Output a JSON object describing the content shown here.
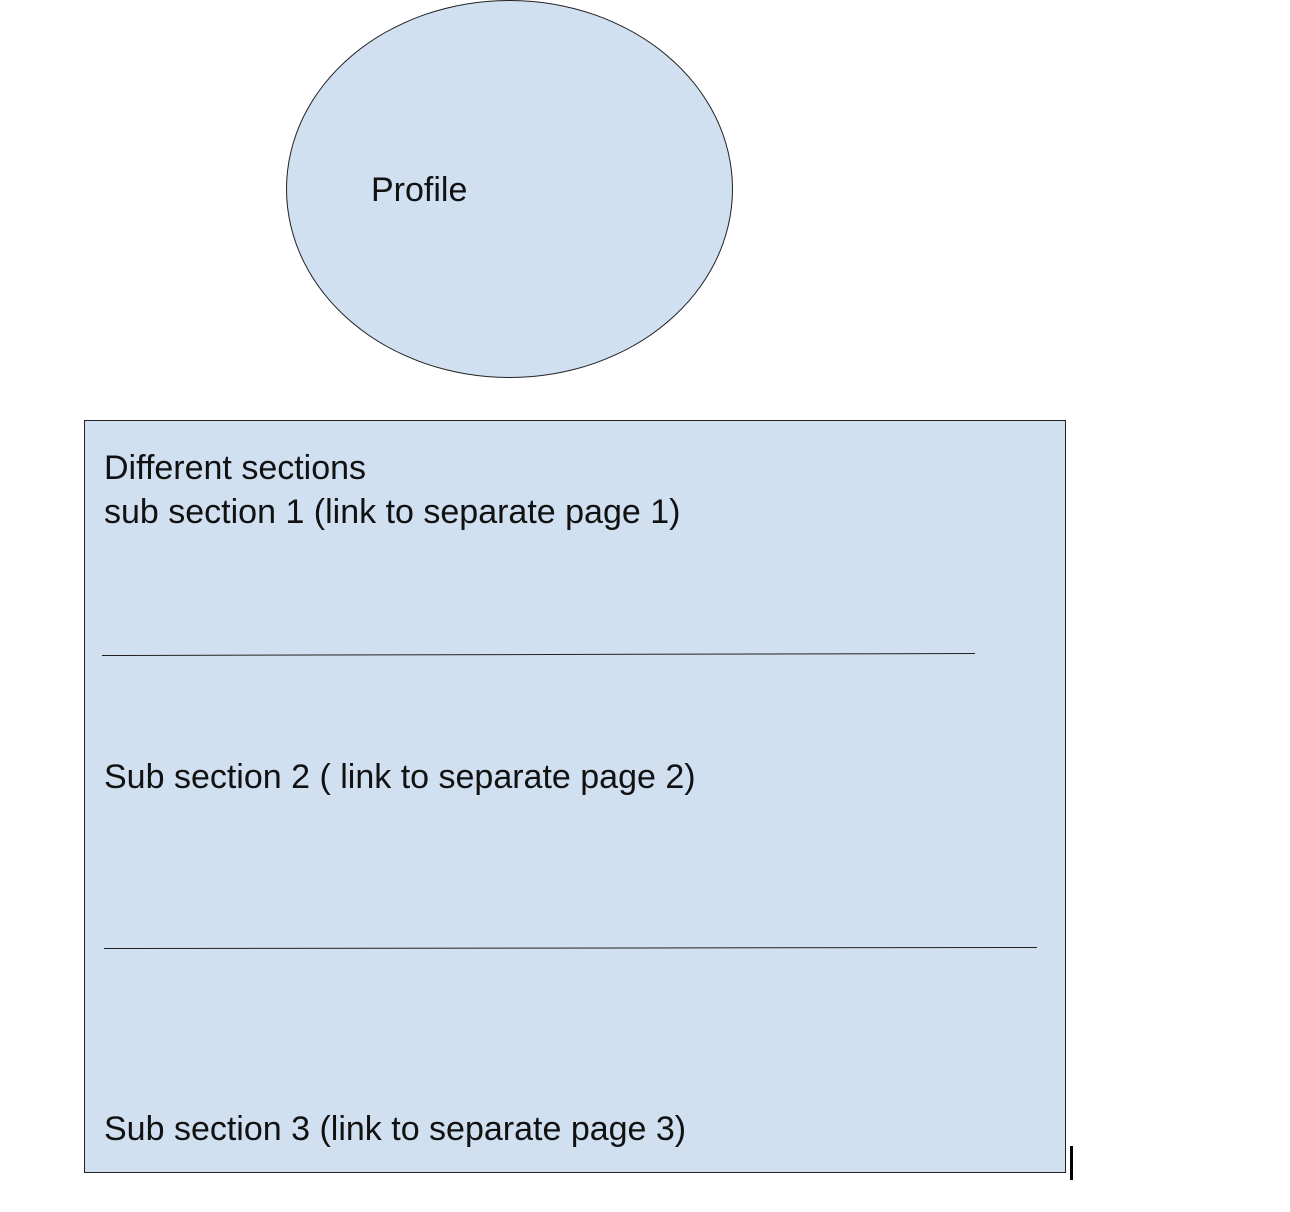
{
  "profile": {
    "label": "Profile"
  },
  "sections": {
    "heading": "Different sections",
    "items": [
      {
        "label": "sub section 1 (link to separate page 1)"
      },
      {
        "label": "Sub section 2 ( link to separate page 2)"
      },
      {
        "label": "Sub section 3 (link to separate page 3)"
      }
    ]
  },
  "colors": {
    "shape_fill": "#d0e0f0",
    "stroke": "#222222",
    "background": "#ffffff"
  }
}
